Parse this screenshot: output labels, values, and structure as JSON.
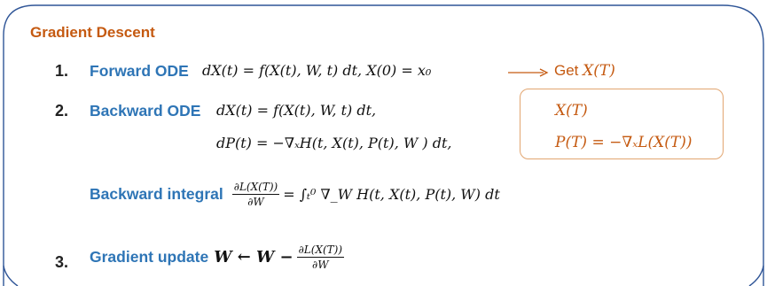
{
  "title": "Gradient Descent",
  "step1": {
    "number": "1.",
    "label": "Forward ODE",
    "equation": "dX(t) = f(X(t), W, t) dt,  X(0) = x₀",
    "result_prefix": "Get",
    "result_math": "X(T)"
  },
  "step2": {
    "number": "2.",
    "label": "Backward ODE",
    "equation_1": "dX(t) = f(X(t), W, t) dt,",
    "equation_2": "dP(t) = −∇ₓH(t, X(t), P(t), W ) dt,",
    "box_line_1": "X(T)",
    "box_line_2": "P(T) = −∇ₓL(X(T))"
  },
  "integral": {
    "label": "Backward integral",
    "frac_num": "∂L(X(T))",
    "frac_den": "∂W",
    "rhs": "= ∫ₜ⁰ ∇_W H(t, X(t), P(t), W)  dt"
  },
  "step3": {
    "number": "3.",
    "label": "Gradient update",
    "lhs": "W ← W −",
    "frac_num": "∂L(X(T))",
    "frac_den": "∂W"
  },
  "colors": {
    "accent_orange": "#c55a11",
    "label_blue": "#2e75b6",
    "frame": "#2f5597",
    "box_border": "#e2a570"
  }
}
